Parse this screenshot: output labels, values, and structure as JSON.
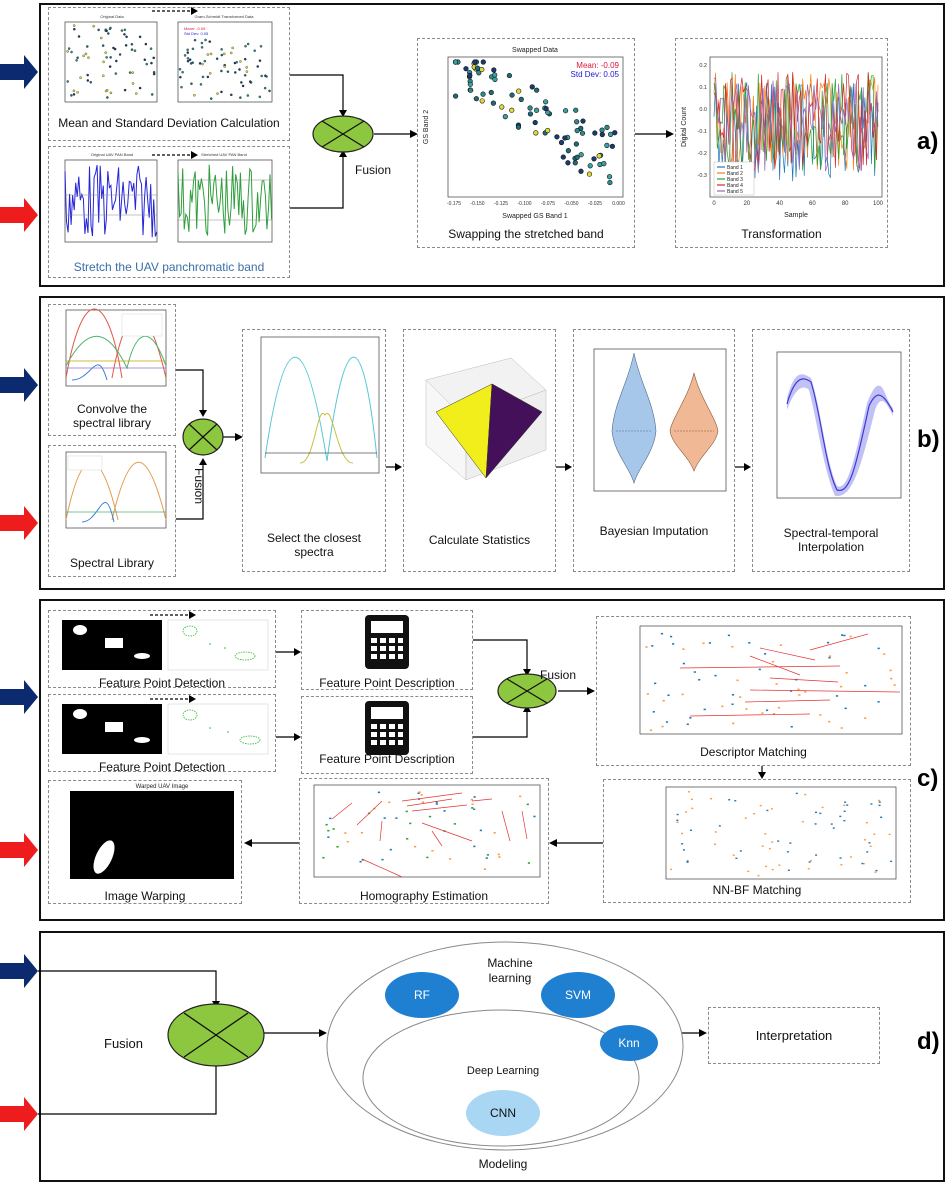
{
  "panels": {
    "a": {
      "tag": "a)",
      "box1_caption": "Mean and Standard Deviation Calculation",
      "box2_caption": "Stretch the UAV panchromatic band",
      "fusion_label": "Fusion",
      "swap_caption": "Swapping the stretched band",
      "transform_caption": "Transformation",
      "plot_original_title": "Original Data",
      "plot_gs_title": "Gram-Schmidt Transformed Data",
      "plot_uav_title": "Original UAV PAN Band",
      "plot_stretched_title": "Stretched UAV PAN Band",
      "swap_title": "Swapped Data",
      "swap_mean": "Mean: -0.09",
      "swap_std": "Std Dev: 0.05",
      "swap_xlabel": "Swapped GS Band 1",
      "swap_ylabel": "GS Band 2",
      "swap_ticks": [
        "-0.175",
        "-0.150",
        "-0.125",
        "-0.100",
        "-0.075",
        "-0.050",
        "-0.025",
        "0.000"
      ],
      "trans_xlabel": "Sample",
      "trans_ylabel": "Digital Count",
      "trans_legend": [
        "Band 1",
        "Band 2",
        "Band 3",
        "Band 4",
        "Band 5"
      ],
      "trans_xticks": [
        "0",
        "20",
        "40",
        "60",
        "80",
        "100"
      ],
      "trans_yticks": [
        "0.2",
        "0.1",
        "0.0",
        "-0.1",
        "-0.2",
        "-0.3"
      ]
    },
    "b": {
      "tag": "b)",
      "fusion_label": "Fusion",
      "convolve_caption": "Convolve the spectral library",
      "library_caption": "Spectral Library",
      "closest_caption": "Select the closest spectra",
      "stats_caption": "Calculate Statistics",
      "bayes_caption": "Bayesian Imputation",
      "interp_caption": "Spectral-temporal Interpolation"
    },
    "c": {
      "tag": "c)",
      "fusion_label": "Fusion",
      "detect_caption_1": "Feature Point Detection",
      "detect_caption_2": "Feature Point Detection",
      "describe_caption_1": "Feature Point Description",
      "describe_caption_2": "Feature Point Description",
      "match_caption": "Descriptor Matching",
      "nnbf_caption": "NN-BF Matching",
      "homography_caption": "Homography Estimation",
      "warp_caption": "Image Warping",
      "warp_title": "Warped UAV Image"
    },
    "d": {
      "tag": "d)",
      "fusion_label": "Fusion",
      "ml_label": "Machine learning",
      "dl_label": "Deep Learning",
      "modeling_label": "Modeling",
      "interpretation_label": "Interpretation",
      "nodes": {
        "rf": "RF",
        "svm": "SVM",
        "knn": "Knn",
        "cnn": "CNN"
      }
    }
  },
  "colors": {
    "blue_arrow": "#0b2a6f",
    "red_arrow": "#ee1c1c",
    "fusion_fill": "#8dc63f",
    "ml_node": "#1f7fd1",
    "dl_node": "#a9d6f2"
  }
}
